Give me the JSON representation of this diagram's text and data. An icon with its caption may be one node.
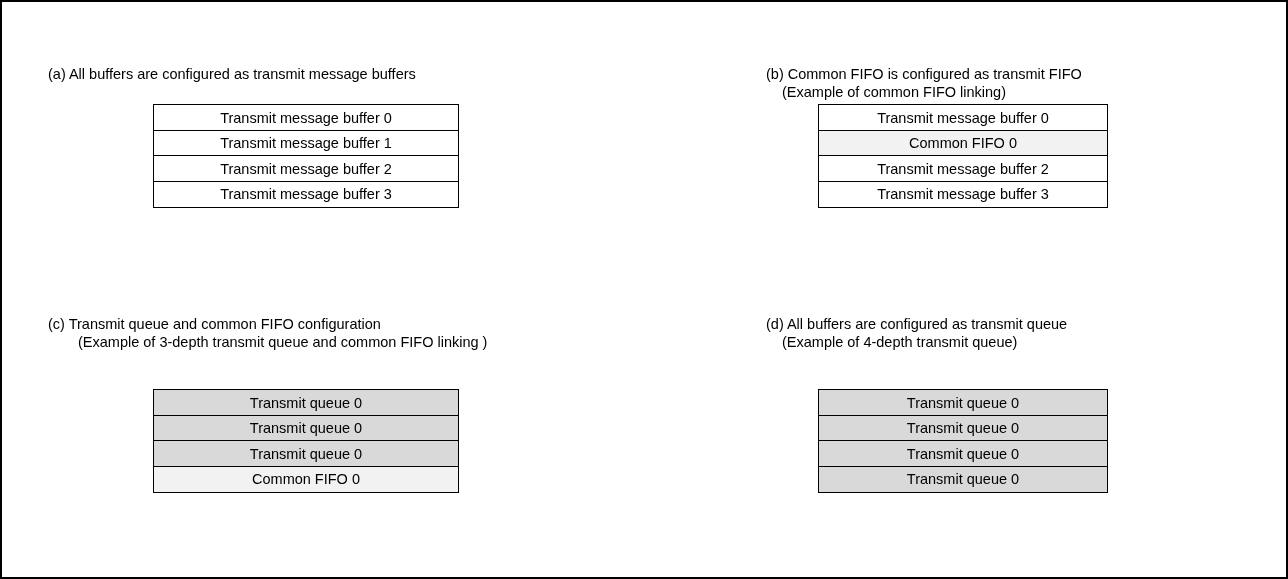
{
  "diagram": {
    "nodes": [
      {
        "text": [
          "Transmit message buffer 0"
        ]
      },
      {
        "text": [
          "Transmit message buffer 1"
        ]
      },
      {
        "text": [
          "Transmit message buffer 2"
        ]
      },
      {
        "text": [
          "Transmit message buffer 3"
        ]
      },
      {
        "text": [
          "Transmit message buffer 0"
        ]
      },
      {
        "text": [
          "Common FIFO 0"
        ]
      },
      {
        "text": [
          "Transmit message buffer 2"
        ]
      },
      {
        "text": [
          "Transmit message buffer 3"
        ]
      },
      {
        "text": [
          "Transmit queue 0"
        ]
      },
      {
        "text": [
          "Transmit queue 0"
        ]
      },
      {
        "text": [
          "Transmit queue 0"
        ]
      },
      {
        "text": [
          "Common FIFO 0"
        ]
      },
      {
        "text": [
          "Transmit queue 0"
        ]
      },
      {
        "text": [
          "Transmit queue 0"
        ]
      },
      {
        "text": [
          "Transmit queue 0"
        ]
      },
      {
        "text": [
          "Transmit queue 0"
        ]
      }
    ],
    "edges": [],
    "labels": [
      "(a) All buffers are configured as transmit message buffers",
      "(b) Common FIFO is configured as transmit FIFO",
      "(Example of common FIFO linking)",
      "(c) Transmit queue and common FIFO configuration",
      "(Example of 3-depth transmit queue and common FIFO linking )",
      "(d) All buffers are configured as transmit queue",
      "(Example of 4-depth transmit queue)"
    ]
  }
}
